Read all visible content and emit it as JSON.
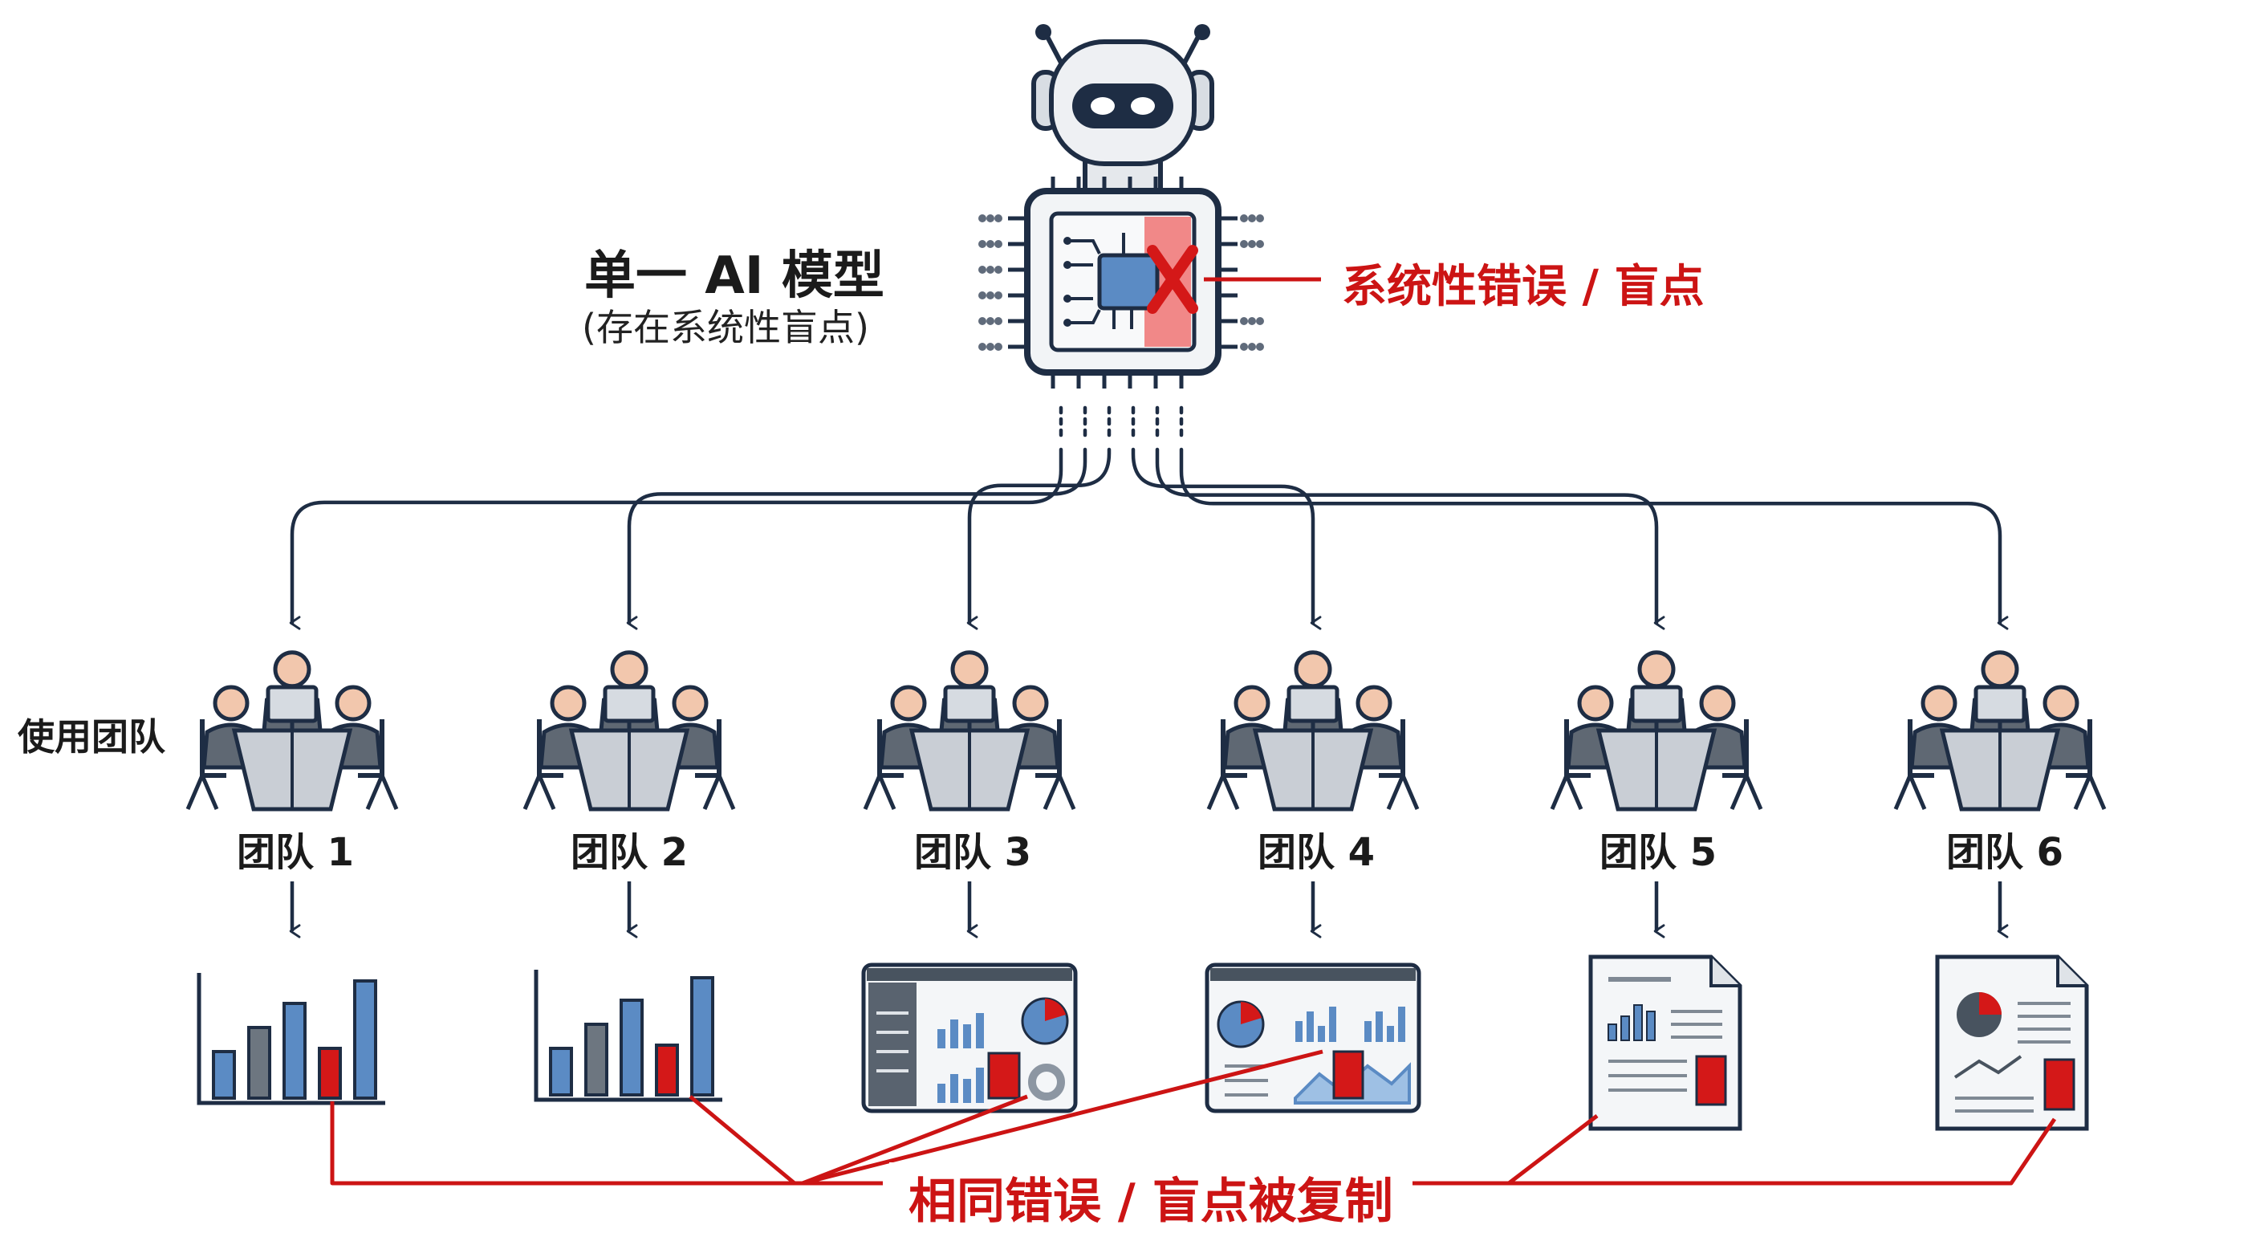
{
  "model": {
    "title": "单一 AI 模型",
    "subtitle": "(存在系统性盲点)",
    "error_label": "系统性错误 / 盲点"
  },
  "teams_label": "使用团队",
  "teams": [
    {
      "name": "团队 1",
      "output": "bar-chart"
    },
    {
      "name": "团队 2",
      "output": "bar-chart"
    },
    {
      "name": "团队 3",
      "output": "dashboard"
    },
    {
      "name": "团队 4",
      "output": "dashboard"
    },
    {
      "name": "团队 5",
      "output": "report"
    },
    {
      "name": "团队 6",
      "output": "report"
    }
  ],
  "replicated_label": "相同错误 / 盲点被复制",
  "colors": {
    "navy": "#1e2d44",
    "blue": "#5b8bc4",
    "gray": "#5f6873",
    "red": "#d41818",
    "skin": "#f2c7ad"
  }
}
